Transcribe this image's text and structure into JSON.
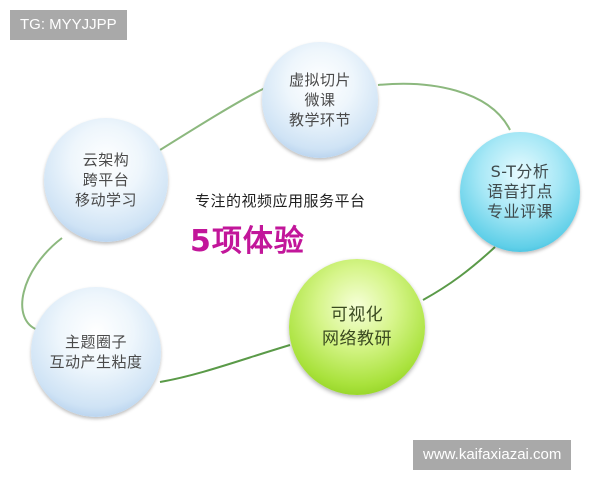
{
  "watermarks": {
    "top_left": "TG: MYYJJPP",
    "bottom_right": "www.kaifaxiazai.com"
  },
  "center": {
    "subtitle": "专注的视频应用服务平台",
    "headline": "5项体验"
  },
  "nodes": [
    {
      "id": "top",
      "style": "blue",
      "lines": [
        "虚拟切片",
        "微课",
        "教学环节"
      ]
    },
    {
      "id": "left",
      "style": "blue",
      "lines": [
        "云架构",
        "跨平台",
        "移动学习"
      ]
    },
    {
      "id": "right",
      "style": "cyan",
      "lines": [
        "S-T分析",
        "语音打点",
        "专业评课"
      ]
    },
    {
      "id": "center-bottom",
      "style": "green",
      "lines": [
        "可视化",
        "网络教研"
      ]
    },
    {
      "id": "bottom-left",
      "style": "blue",
      "lines": [
        "主题圈子",
        "互动产生粘度"
      ]
    }
  ],
  "colors": {
    "headline": "#c2169a",
    "connector": "#6aa85a",
    "watermark_bg": "#a9a9a9"
  }
}
